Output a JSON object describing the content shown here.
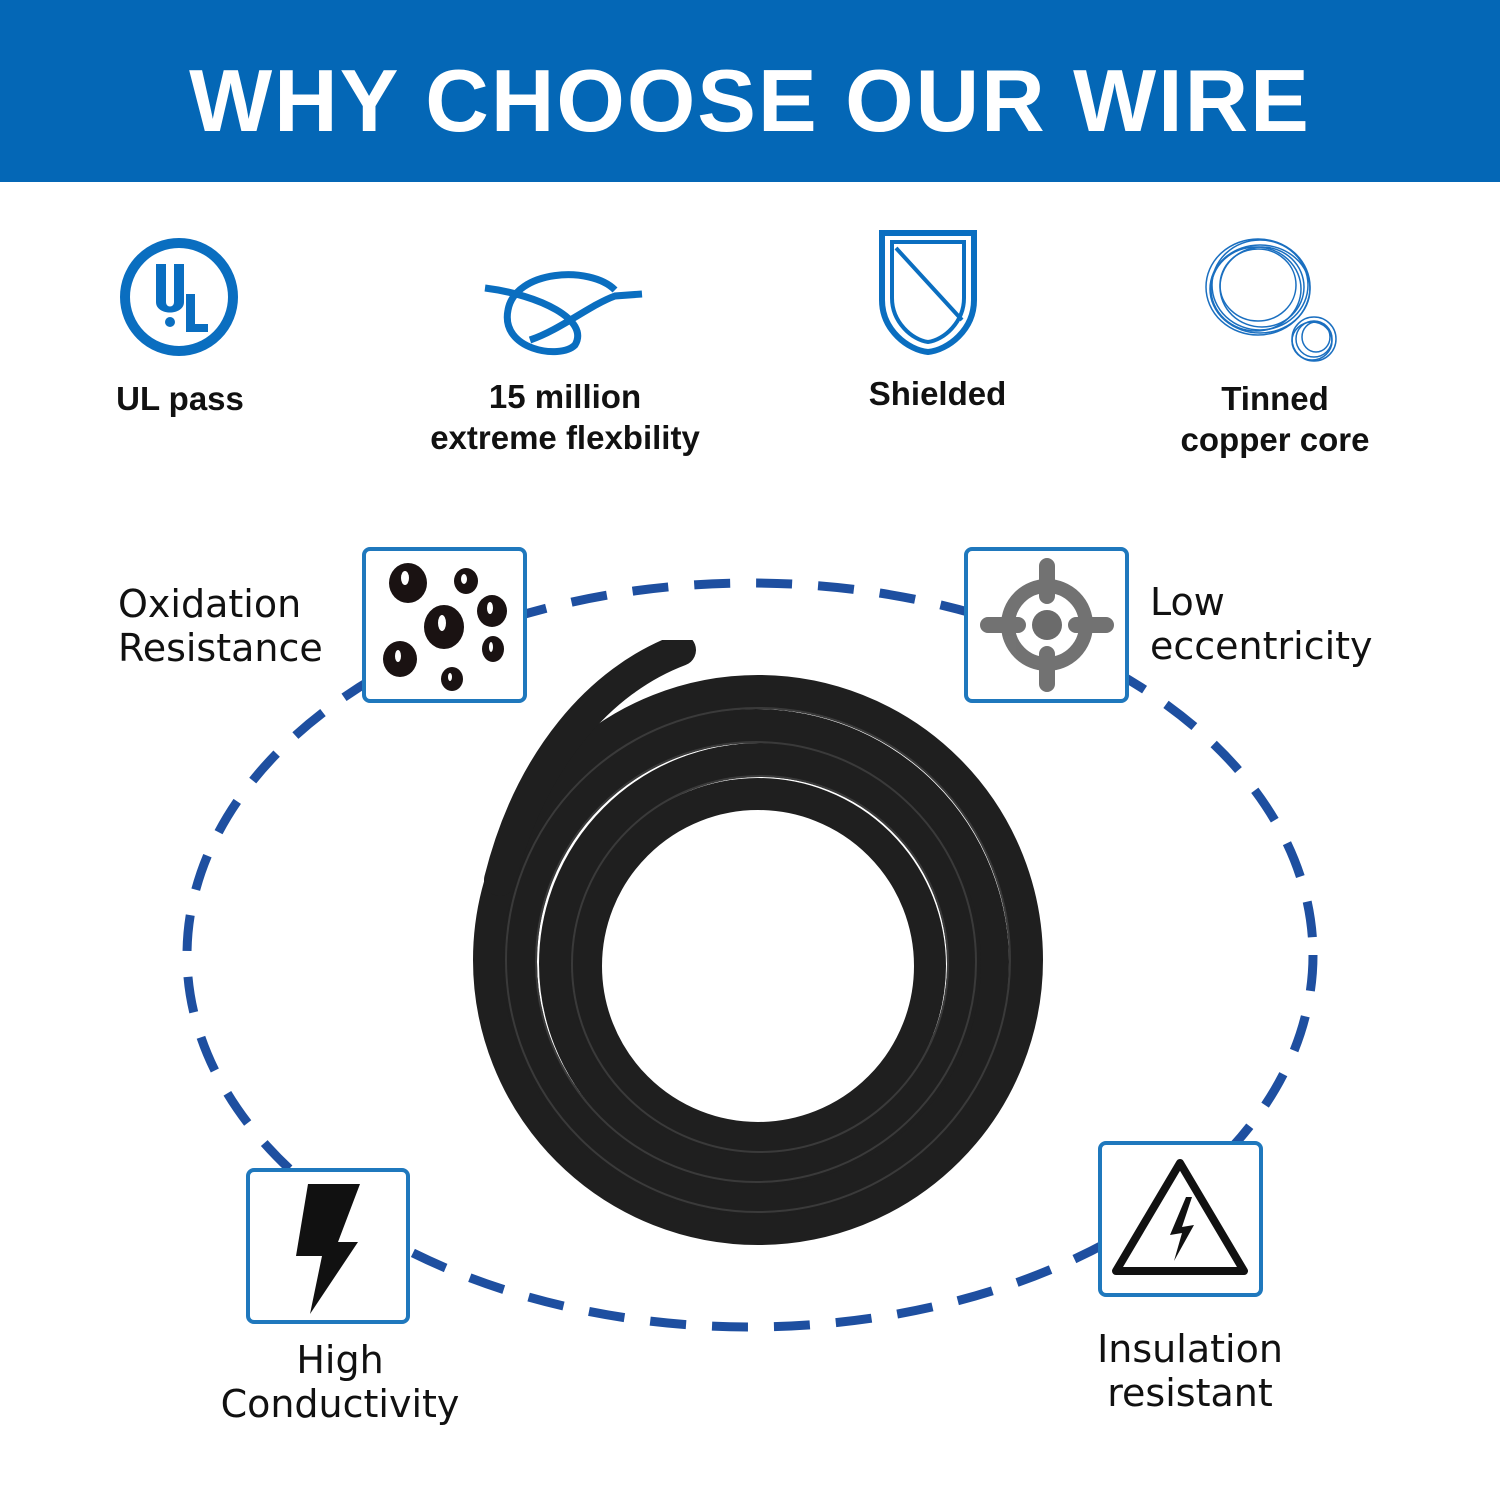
{
  "header": {
    "title": "WHY CHOOSE OUR WIRE",
    "color": "#0467b6"
  },
  "features": [
    {
      "label": "UL pass",
      "icon": "ul-logo-icon"
    },
    {
      "label_line1": "15 million",
      "label_line2": "extreme flexbility",
      "icon": "knot-icon"
    },
    {
      "label": "Shielded",
      "icon": "shield-icon"
    },
    {
      "label_line1": "Tinned",
      "label_line2": "copper core",
      "icon": "wire-coil-icon"
    }
  ],
  "benefits": {
    "oxidation": {
      "line1": "Oxidation",
      "line2": "Resistance",
      "icon": "bubbles-icon"
    },
    "eccentricity": {
      "line1": "Low",
      "line2": "eccentricity",
      "icon": "crosshair-icon"
    },
    "conductivity": {
      "line1": "High",
      "line2": "Conductivity",
      "icon": "lightning-icon"
    },
    "insulation": {
      "line1": "Insulation",
      "line2": "resistant",
      "icon": "high-voltage-warning-icon"
    }
  },
  "colors": {
    "accent": "#1f78bd",
    "dash": "#1e4fa0"
  }
}
